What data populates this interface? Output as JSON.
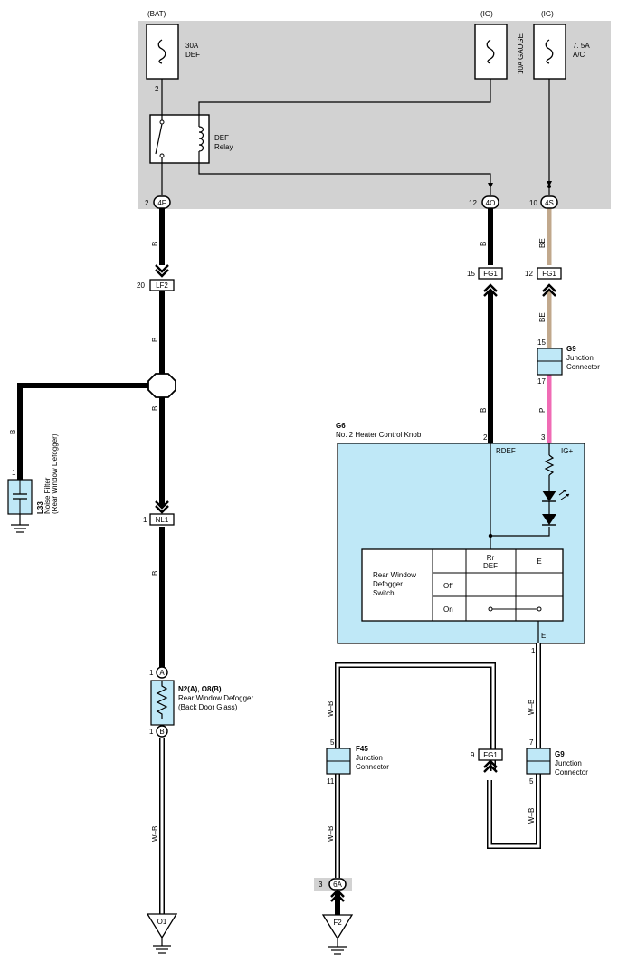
{
  "sources": {
    "bat": "(BAT)",
    "ig1": "(IG)",
    "ig2": "(IG)"
  },
  "fuses": {
    "def": {
      "line1": "30A",
      "line2": "DEF"
    },
    "gauge": "10A GAUGE",
    "ac": {
      "line1": "7. 5A",
      "line2": "A/C"
    }
  },
  "relay": {
    "line1": "DEF",
    "line2": "Relay"
  },
  "pins": {
    "fuse_def_out": "2",
    "p4f": "2",
    "p4o": "12",
    "p4s": "10",
    "lf2": "20",
    "fg1_a": "15",
    "fg1_b": "12",
    "g9a_in": "15",
    "g9a_out": "17",
    "g6_rdef": "2",
    "g6_ig": "3",
    "g6_e": "1",
    "nl1": "1",
    "n2_a": "1",
    "n2_b": "1",
    "l33": "1",
    "f45_in": "5",
    "f45_out": "11",
    "fg1_c": "9",
    "g9b_in": "7",
    "g9b_out": "5",
    "sixa": "3"
  },
  "connectors": {
    "c4f": "4F",
    "c4o": "4O",
    "c4s": "4S",
    "lf2": "LF2",
    "fg1": "FG1",
    "nl1": "NL1",
    "six_a": "6A",
    "o1": "O1",
    "f2": "F2",
    "a": "A",
    "b": "B"
  },
  "wires": {
    "b": "B",
    "be": "BE",
    "p": "P",
    "wb": "W–B"
  },
  "g9": {
    "code": "G9",
    "line1": "Junction",
    "line2": "Connector"
  },
  "g6": {
    "code": "G6",
    "name": "No. 2 Heater Control Knob",
    "rdef": "RDEF",
    "ig": "IG+",
    "e": "E"
  },
  "switch_table": {
    "title": [
      "Rear Window",
      "Defogger",
      "Switch"
    ],
    "col1": [
      "Rr",
      "DEF"
    ],
    "col2": "E",
    "row1": "Off",
    "row2": "On"
  },
  "l33": {
    "code": "L33",
    "line1": "Noise Filter",
    "line2": "(Rear Window Defogger)"
  },
  "n2": {
    "code": "N2(A), O8(B)",
    "line1": "Rear Window Defogger",
    "line2": "(Back Door Glass)"
  },
  "f45": {
    "code": "F45",
    "line1": "Junction",
    "line2": "Connector"
  }
}
